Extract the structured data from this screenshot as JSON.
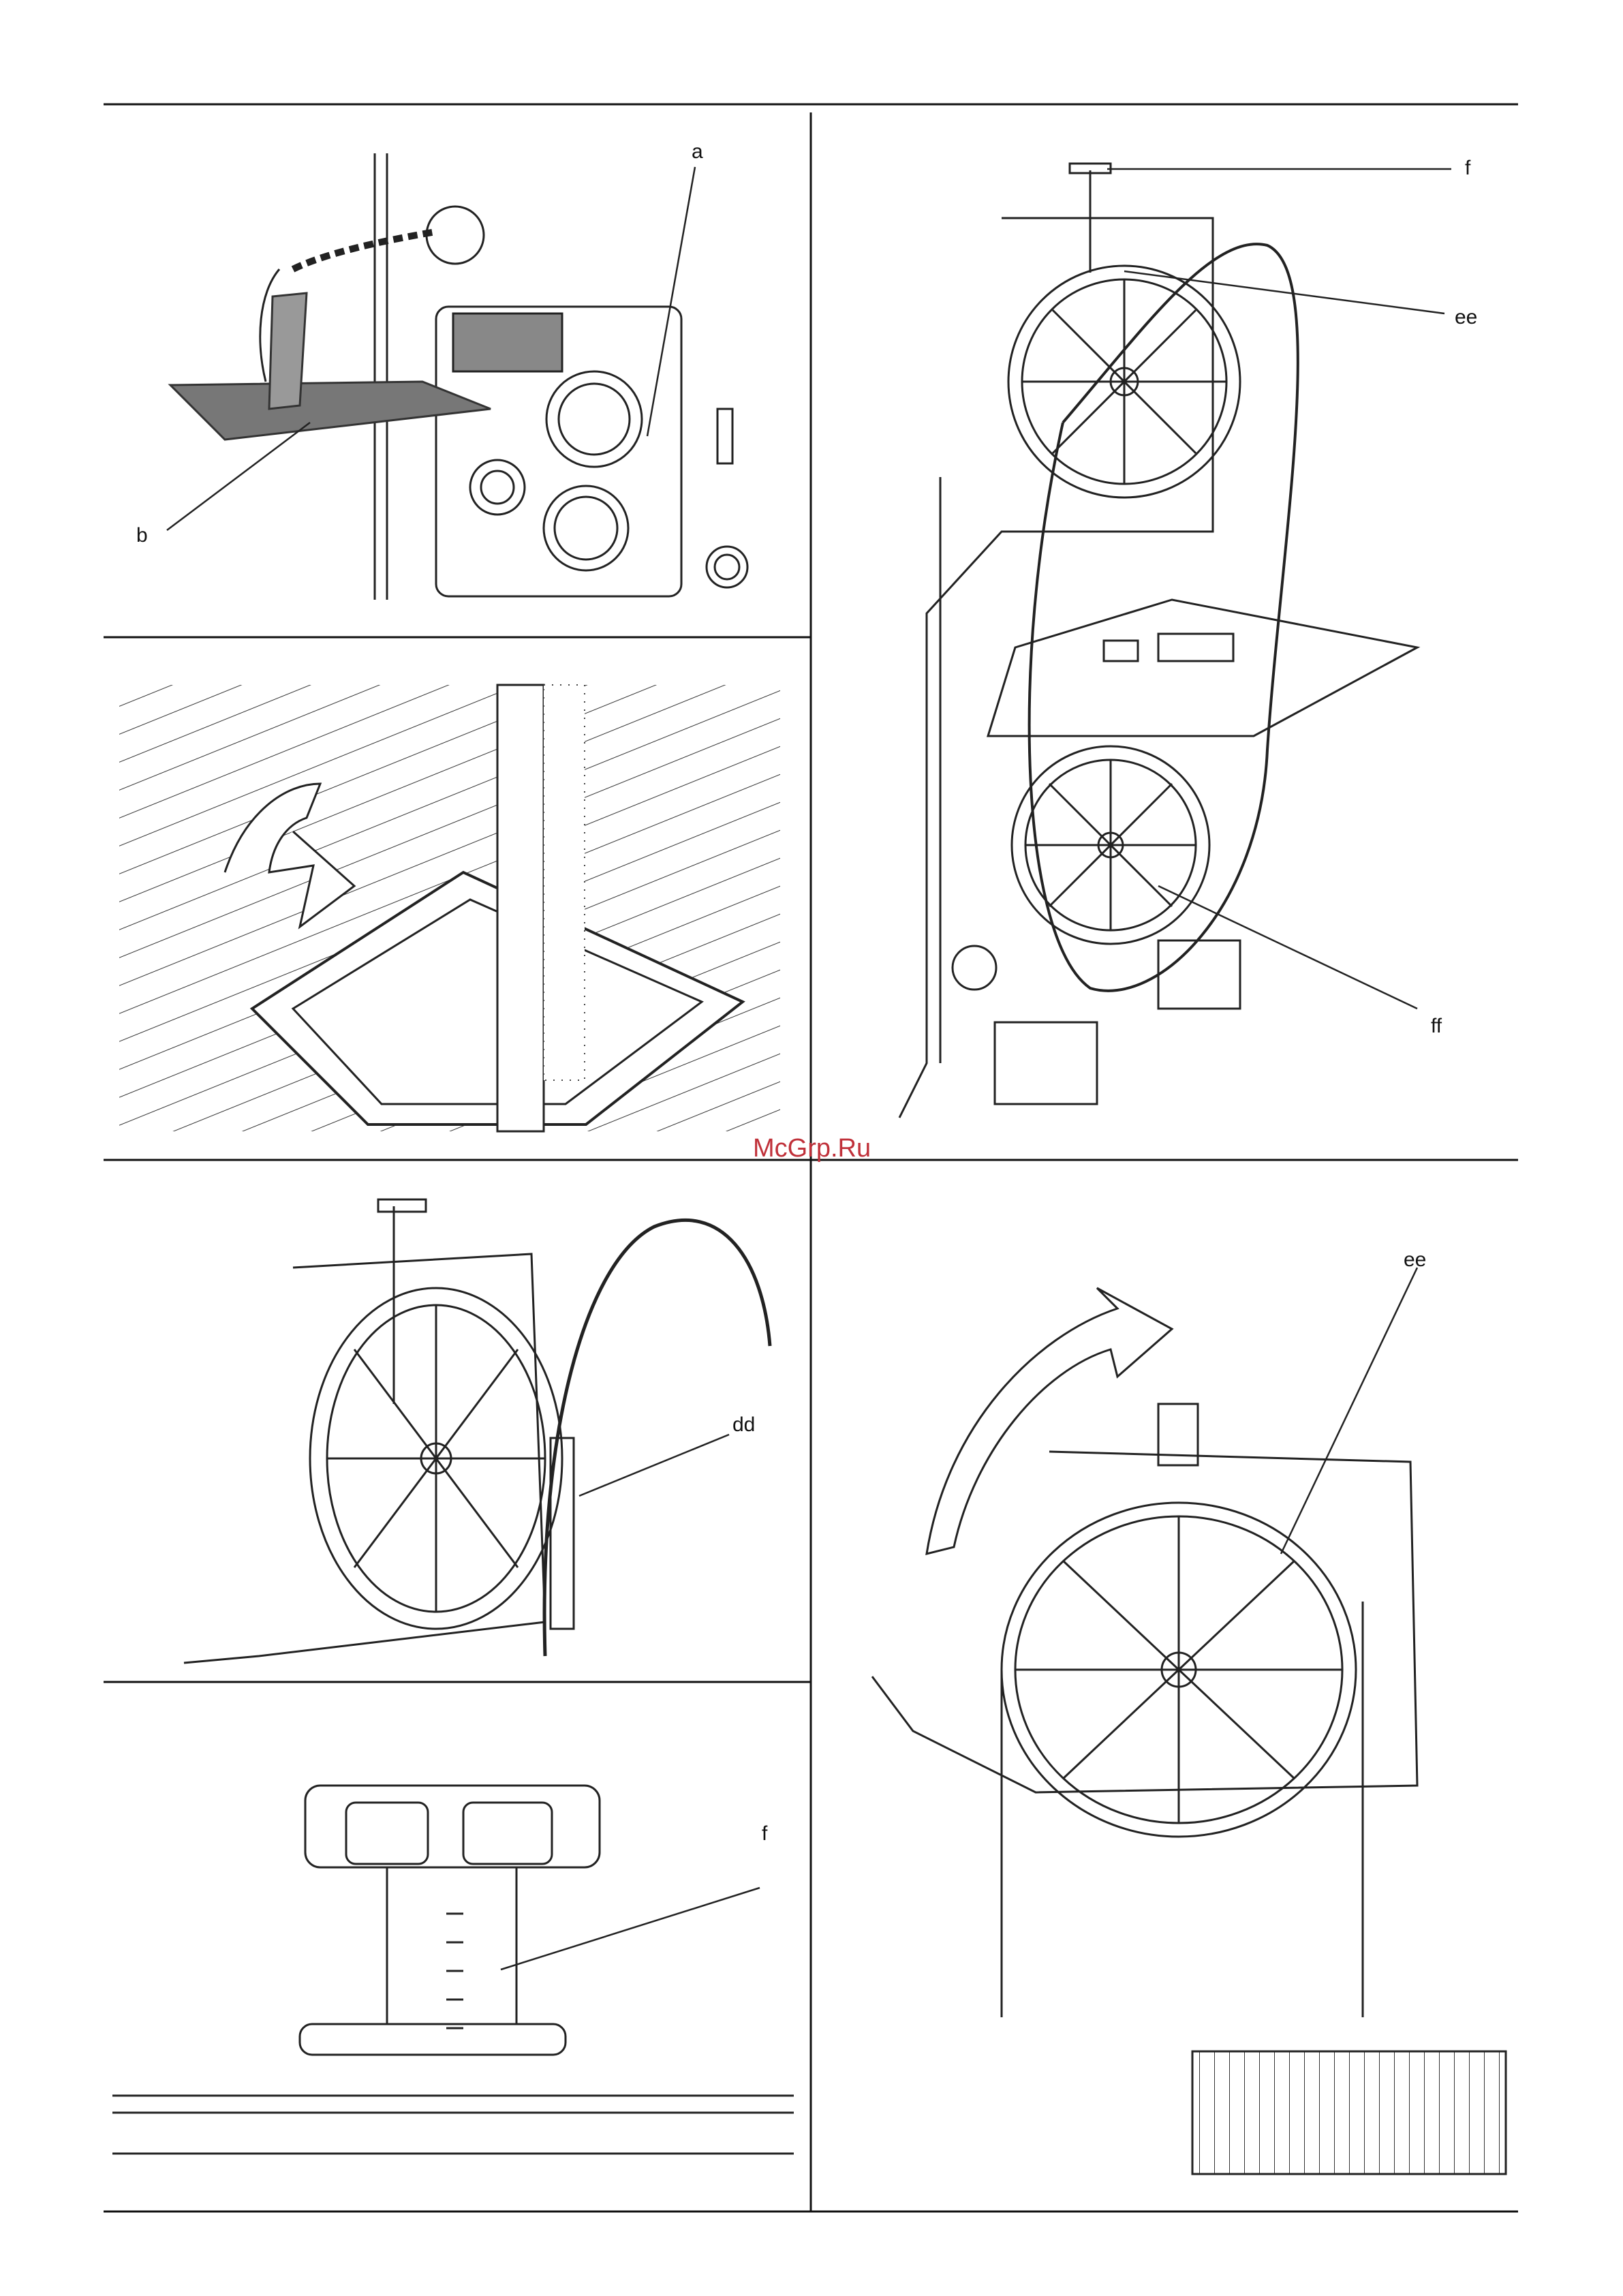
{
  "labels": {
    "a": "a",
    "b": "b",
    "f_top": "f",
    "ee_top": "ee",
    "ff": "ff",
    "dd": "dd",
    "f_bottom": "f",
    "ee_bottom": "ee"
  },
  "watermark": "McGrp.Ru"
}
